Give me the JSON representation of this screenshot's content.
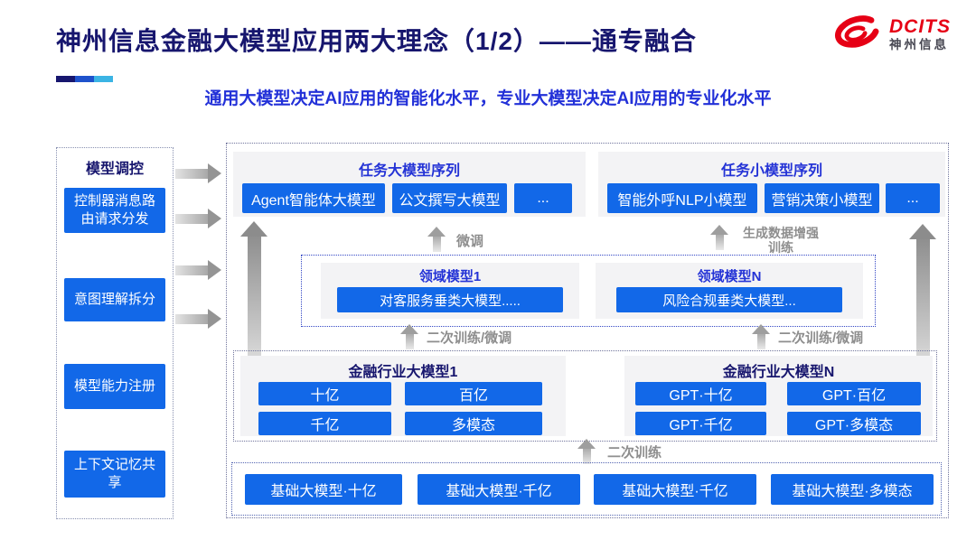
{
  "header": {
    "title": "神州信息金融大模型应用两大理念（1/2）——通专融合",
    "subtitle": "通用大模型决定AI应用的智能化水平，专业大模型决定AI应用的专业化水平",
    "logo": {
      "brand": "DCITS",
      "brand_cn": "神州信息"
    }
  },
  "sidebar": {
    "title": "模型调控",
    "items": [
      "控制器消息路由请求分发",
      "意图理解拆分",
      "模型能力注册",
      "上下文记忆共享"
    ]
  },
  "diagram": {
    "task_large": {
      "title": "任务大模型序列",
      "items": [
        "Agent智能体大模型",
        "公文撰写大模型",
        "..."
      ]
    },
    "task_small": {
      "title": "任务小模型序列",
      "items": [
        "智能外呼NLP小模型",
        "营销决策小模型",
        "..."
      ]
    },
    "domain": {
      "left": {
        "title": "领域模型1",
        "item": "对客服务垂类大模型....."
      },
      "right": {
        "title": "领域模型N",
        "item": "风险合规垂类大模型..."
      }
    },
    "industry": {
      "left": {
        "title": "金融行业大模型1",
        "items": [
          "十亿",
          "百亿",
          "千亿",
          "多模态"
        ]
      },
      "right": {
        "title": "金融行业大模型N",
        "items": [
          "GPT·十亿",
          "GPT·百亿",
          "GPT·千亿",
          "GPT·多模态"
        ]
      }
    },
    "base": {
      "items": [
        "基础大模型·十亿",
        "基础大模型·千亿",
        "基础大模型·千亿",
        "基础大模型·多模态"
      ]
    },
    "labels": {
      "finetune": "微调",
      "augment": "生成数据增强训练",
      "retrain_finetune_left": "二次训练/微调",
      "retrain_finetune_right": "二次训练/微调",
      "retrain": "二次训练"
    }
  },
  "colors": {
    "title_navy": "#17166e",
    "node_blue": "#1268e8",
    "bright_blue_text": "#2433d6",
    "accent_cyan": "#3bb4e4",
    "brand_red": "#e60015",
    "label_gray": "#8e8e8e"
  }
}
